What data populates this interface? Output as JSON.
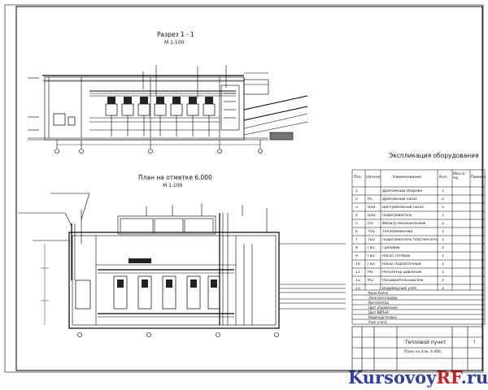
{
  "drawing": {
    "section_title": "Разрез 1 - 1",
    "section_scale": "М 1:100",
    "plan_title": "План на отметке 6.000",
    "plan_scale": "М 1:100",
    "spec_title": "Экспликация оборудования"
  },
  "spec_table": {
    "headers": [
      "Поз.",
      "Обозначение",
      "Наименование",
      "Кол.",
      "Масса ед.",
      "Примеч."
    ],
    "rows": [
      {
        "pos": "1",
        "mark": "",
        "name": "Дренажный сборник",
        "qty": "1"
      },
      {
        "pos": "2",
        "mark": "НС",
        "name": "Дренажный насос",
        "qty": "2"
      },
      {
        "pos": "3",
        "mark": "ЦН1",
        "name": "Центробежный насос",
        "qty": "5"
      },
      {
        "pos": "4",
        "mark": "ЦН2",
        "name": "Подогреватель",
        "qty": "1"
      },
      {
        "pos": "5",
        "mark": "ПН",
        "name": "Фильтр механический",
        "qty": "2"
      },
      {
        "pos": "6",
        "mark": "ТО1",
        "name": "Теплообменник",
        "qty": "1"
      },
      {
        "pos": "7",
        "mark": "ТО2",
        "name": "Подогреватель пластинчатый",
        "qty": "1"
      },
      {
        "pos": "8",
        "mark": "ГВ1",
        "name": "Грязевик",
        "qty": "2"
      },
      {
        "pos": "9",
        "mark": "ГВ2",
        "name": "Насос сетевой",
        "qty": "1"
      },
      {
        "pos": "10",
        "mark": "ГВ3",
        "name": "Насос подпиточный",
        "qty": "1"
      },
      {
        "pos": "11",
        "mark": "РО",
        "name": "Регулятор давления",
        "qty": "1"
      },
      {
        "pos": "12",
        "mark": "КО",
        "name": "Расширительный бак",
        "qty": "2"
      },
      {
        "pos": "13",
        "mark": "",
        "name": "Водомерный узел",
        "qty": "1"
      }
    ],
    "lower_rows": [
      "Кран-балка",
      "Электротельфер",
      "Вентилятор",
      "Щит управления",
      "Щит КИПиА",
      "Водоподготовка",
      "Узел учета"
    ]
  },
  "title_block": {
    "title": "Тепловой пункт",
    "subtitle": "План на отм. 6.000",
    "sheet": "1"
  },
  "watermark": {
    "part1": "Kursovoy",
    "part2": "RF",
    "part3": ".ru"
  }
}
